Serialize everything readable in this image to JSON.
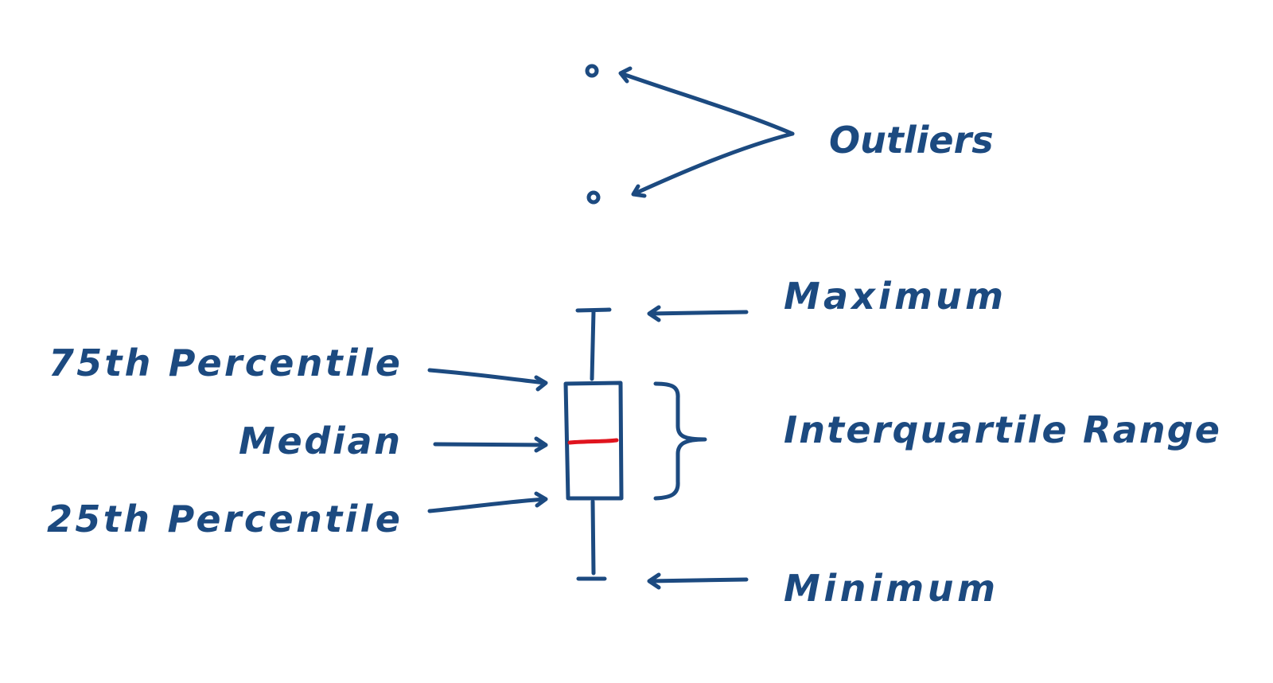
{
  "labels": {
    "outliers": "Outliers",
    "maximum": "Maximum",
    "p75": "75th Percentile",
    "median": "Median",
    "p25": "25th Percentile",
    "iqr": "Interquartile Range",
    "minimum": "Minimum"
  },
  "colors": {
    "ink": "#1c4a80",
    "median": "#e0141e"
  }
}
